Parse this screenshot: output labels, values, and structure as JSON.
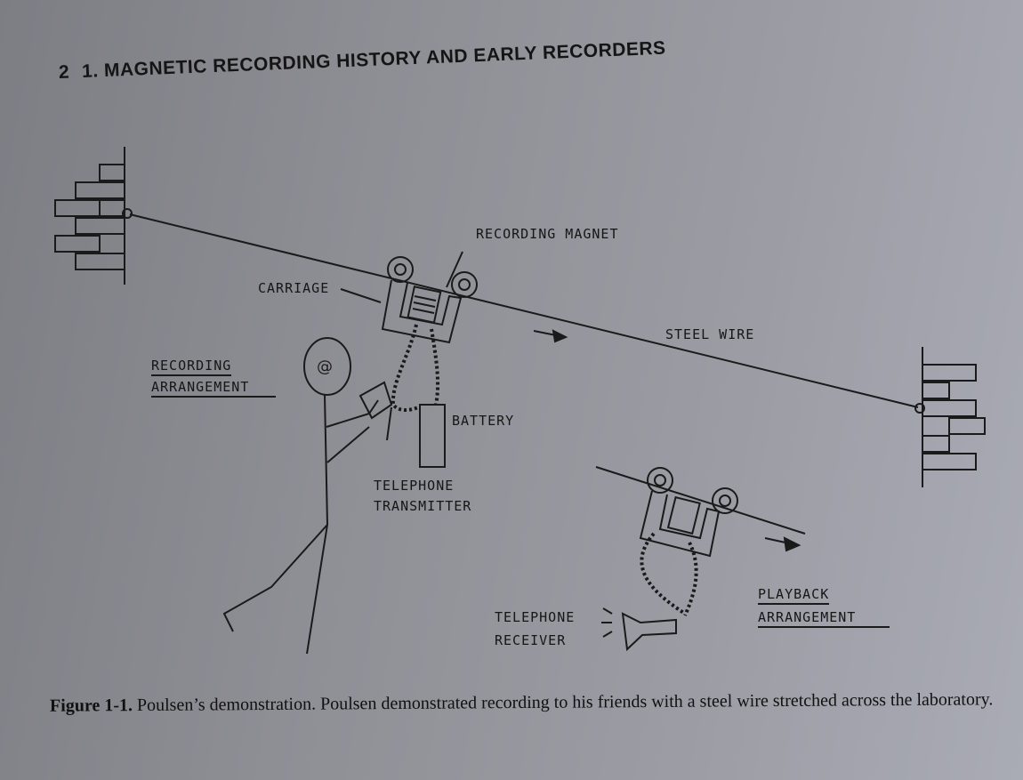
{
  "header": {
    "page_number": "2",
    "title": "1. MAGNETIC RECORDING HISTORY AND EARLY RECORDERS"
  },
  "figure": {
    "labels": {
      "recording_magnet": "RECORDING MAGNET",
      "carriage": "CARRIAGE",
      "steel_wire": "STEEL WIRE",
      "recording_arrangement_1": "RECORDING",
      "recording_arrangement_2": "ARRANGEMENT",
      "battery": "BATTERY",
      "telephone_transmitter_1": "TELEPHONE",
      "telephone_transmitter_2": "TRANSMITTER",
      "playback_arrangement_1": "PLAYBACK",
      "playback_arrangement_2": "ARRANGEMENT",
      "telephone_receiver_1": "TELEPHONE",
      "telephone_receiver_2": "RECEIVER"
    },
    "caption_label": "Figure 1-1.",
    "caption_text": "Poulsen’s demonstration. Poulsen demonstrated recording to his friends with a steel wire stretched across the laboratory."
  }
}
